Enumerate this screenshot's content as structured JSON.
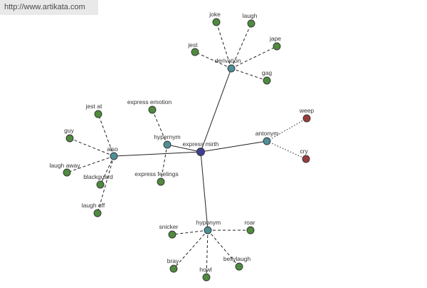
{
  "banner": {
    "url_text": "http://www.artikata.com"
  },
  "colors": {
    "root": "#3f3f8f",
    "relation": "#4e8f97",
    "word": "#4f8a3e",
    "antonym_word": "#9a3b3b"
  },
  "graph": {
    "root": {
      "id": "root",
      "label": "express mirth"
    },
    "relations": [
      {
        "id": "derivation",
        "label": "derivation",
        "edge": "solid",
        "words": [
          {
            "id": "joke",
            "label": "joke"
          },
          {
            "id": "laugh",
            "label": "laugh"
          },
          {
            "id": "jape",
            "label": "jape"
          },
          {
            "id": "jest",
            "label": "jest"
          },
          {
            "id": "gag",
            "label": "gag"
          }
        ]
      },
      {
        "id": "antonym",
        "label": "antonym",
        "edge": "solid",
        "word_edge": "dotted",
        "words": [
          {
            "id": "weep",
            "label": "weep",
            "kind": "antonym"
          },
          {
            "id": "cry",
            "label": "cry",
            "kind": "antonym"
          }
        ]
      },
      {
        "id": "hypernym",
        "label": "hypernym",
        "edge": "solid",
        "words": [
          {
            "id": "express-emotion",
            "label": "express emotion"
          },
          {
            "id": "express-feelings",
            "label": "express feelings"
          }
        ]
      },
      {
        "id": "also",
        "label": "also",
        "edge": "solid",
        "words": [
          {
            "id": "jest-at",
            "label": "jest at"
          },
          {
            "id": "guy",
            "label": "guy"
          },
          {
            "id": "laugh-away",
            "label": "laugh away"
          },
          {
            "id": "blackguard",
            "label": "blackguard"
          },
          {
            "id": "laugh-off",
            "label": "laugh off"
          }
        ]
      },
      {
        "id": "hyponym",
        "label": "hyponym",
        "edge": "solid",
        "words": [
          {
            "id": "snicker",
            "label": "snicker"
          },
          {
            "id": "roar",
            "label": "roar"
          },
          {
            "id": "bray",
            "label": "bray"
          },
          {
            "id": "howl",
            "label": "howl"
          },
          {
            "id": "belly-laugh",
            "label": "bellylaugh"
          }
        ]
      }
    ]
  }
}
